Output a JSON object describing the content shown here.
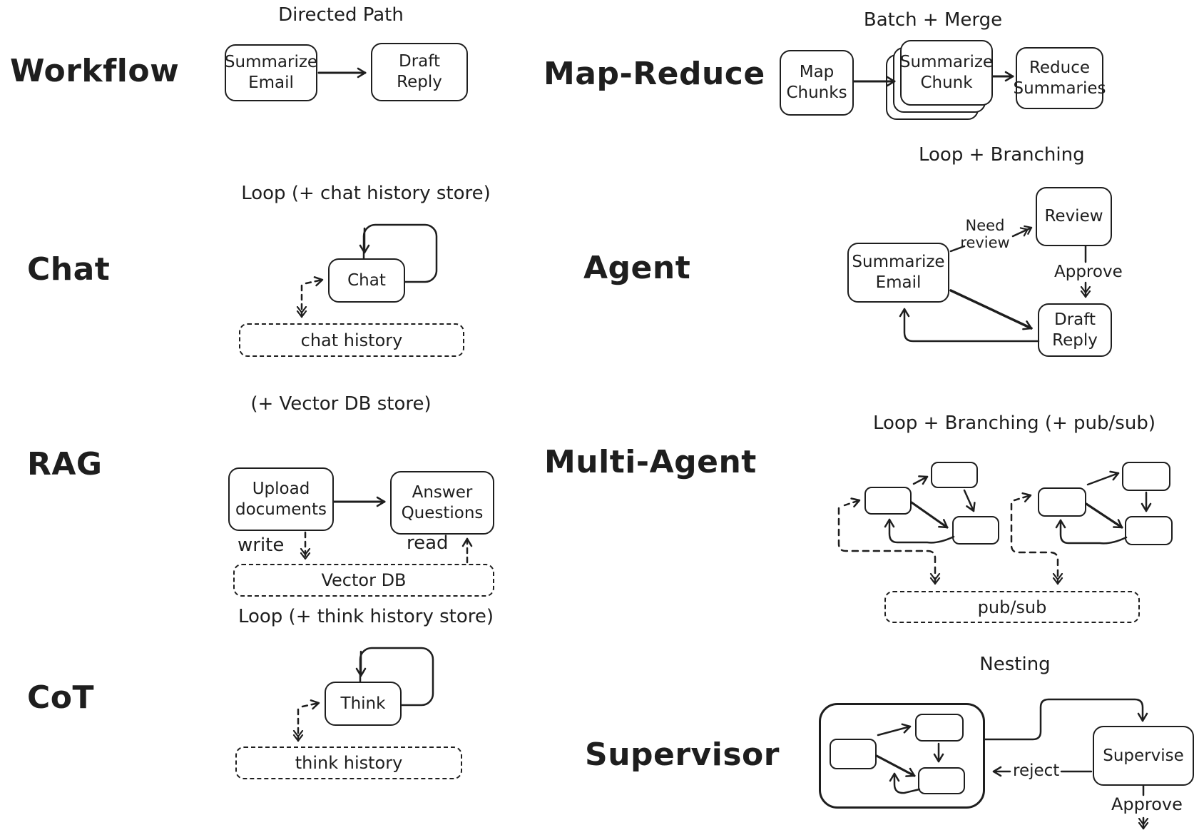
{
  "colors": {
    "ink": "#1e1e1e",
    "background": "#ffffff"
  },
  "sections": {
    "workflow": {
      "label": "Workflow",
      "title": "Directed Path",
      "nodes": {
        "summarize_email": "Summarize\nEmail",
        "draft_reply": "Draft\nReply"
      }
    },
    "map_reduce": {
      "label": "Map-Reduce",
      "title": "Batch + Merge",
      "nodes": {
        "map_chunks": "Map\nChunks",
        "summarize_chunk": "Summarize\nChunk",
        "reduce_summaries": "Reduce\nSummaries"
      }
    },
    "chat": {
      "label": "Chat",
      "title": "Loop (+ chat history store)",
      "nodes": {
        "chat": "Chat"
      },
      "store": "chat history"
    },
    "agent": {
      "label": "Agent",
      "title": "Loop + Branching",
      "nodes": {
        "summarize_email": "Summarize\nEmail",
        "review": "Review",
        "draft_reply": "Draft\nReply"
      },
      "edge_labels": {
        "need_review": "Need\nreview",
        "approve": "Approve"
      }
    },
    "rag": {
      "label": "RAG",
      "title": "(+ Vector DB store)",
      "nodes": {
        "upload_documents": "Upload\ndocuments",
        "answer_questions": "Answer\nQuestions"
      },
      "edge_labels": {
        "write": "write",
        "read": "read"
      },
      "store": "Vector DB"
    },
    "multi_agent": {
      "label": "Multi-Agent",
      "title": "Loop + Branching (+ pub/sub)",
      "store": "pub/sub"
    },
    "cot": {
      "label": "CoT",
      "title": "Loop (+ think history store)",
      "nodes": {
        "think": "Think"
      },
      "store": "think history"
    },
    "supervisor": {
      "label": "Supervisor",
      "title": "Nesting",
      "nodes": {
        "supervise": "Supervise"
      },
      "edge_labels": {
        "reject": "reject",
        "approve": "Approve"
      }
    }
  }
}
